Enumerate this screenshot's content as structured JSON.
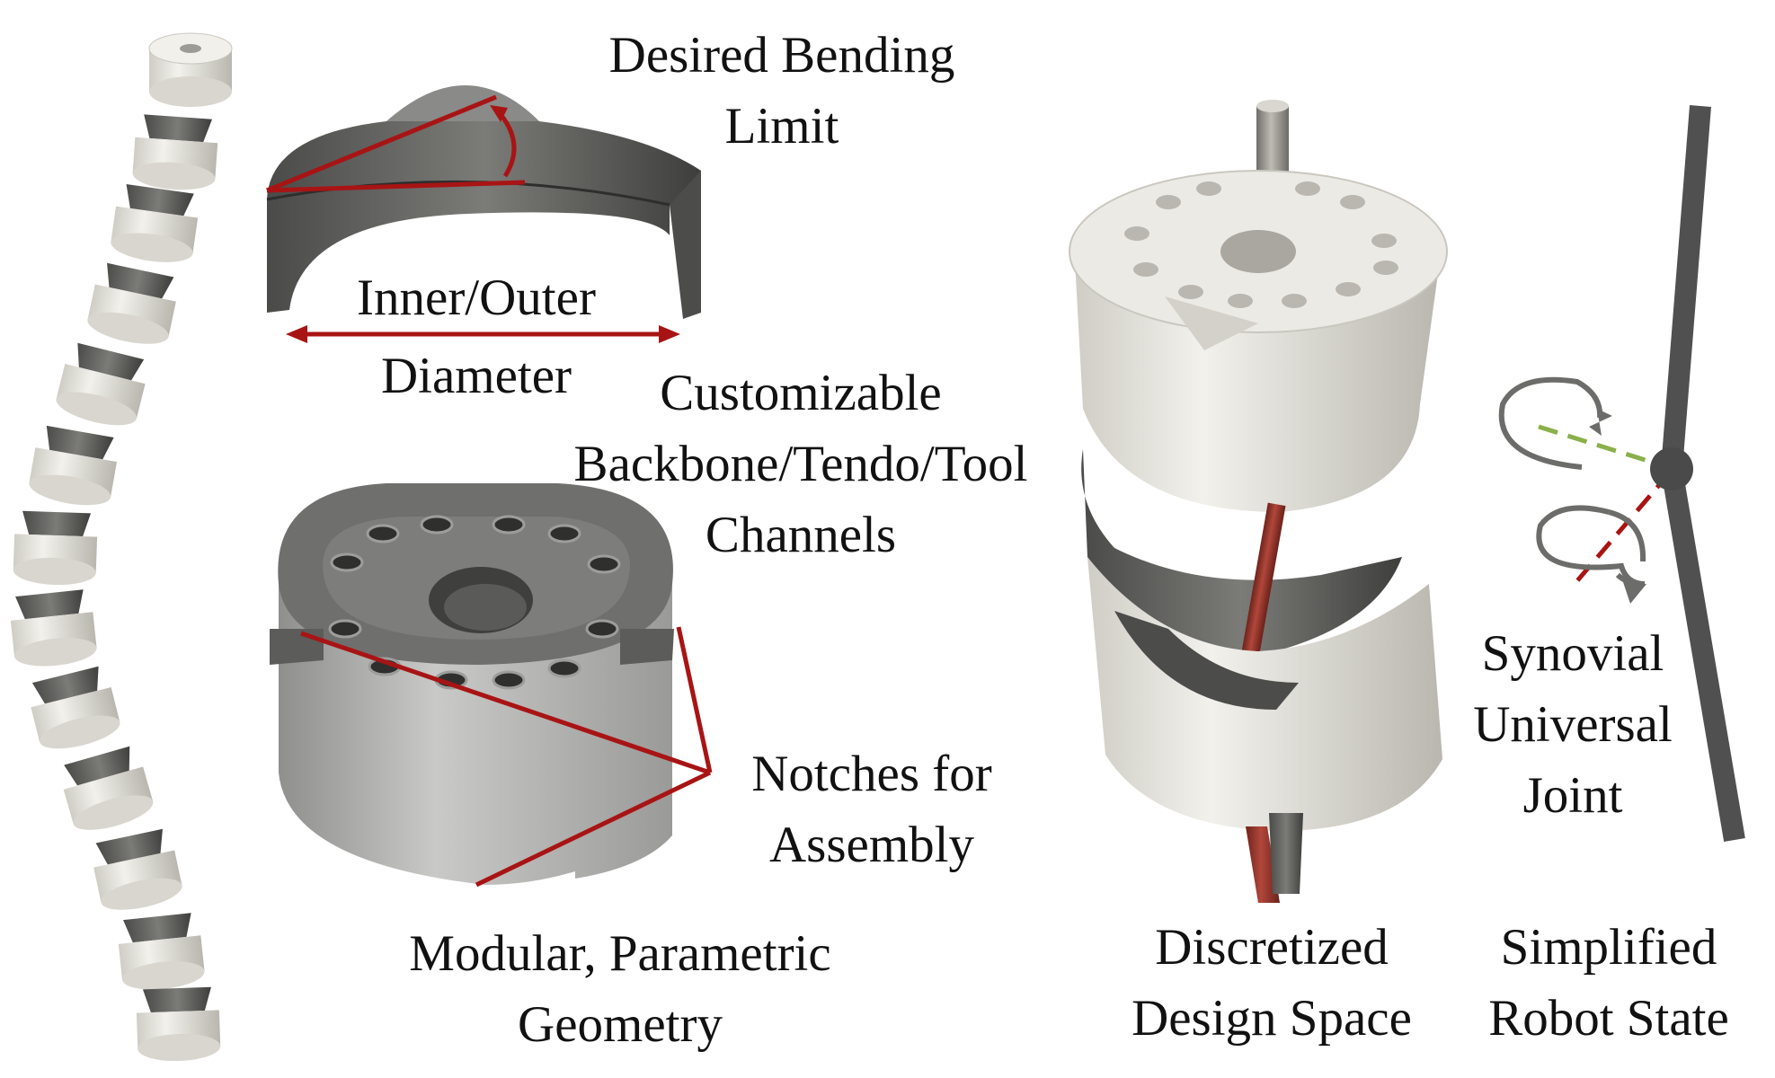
{
  "labels": {
    "bending_limit": [
      "Desired Bending",
      "Limit"
    ],
    "diameter": [
      "Inner/Outer",
      "Diameter"
    ],
    "channels": [
      "Customizable",
      "Backbone/Tendo/Tool",
      "Channels"
    ],
    "notches": [
      "Notches for",
      "Assembly"
    ],
    "geometry": [
      "Modular, Parametric",
      "Geometry"
    ],
    "joint": [
      "Synovial",
      "Universal",
      "Joint"
    ],
    "design_space": [
      "Discretized",
      "Design Space"
    ],
    "robot_state": [
      "Simplified",
      "Robot State"
    ]
  },
  "colors": {
    "annotation_red": "#a81414",
    "metal_dark": "#5e5e5c",
    "plastic_white": "#e7e6df",
    "rod_gray": "#8c8b84",
    "tendon_red": "#9a3a30",
    "axis_green": "#8ab04a"
  }
}
